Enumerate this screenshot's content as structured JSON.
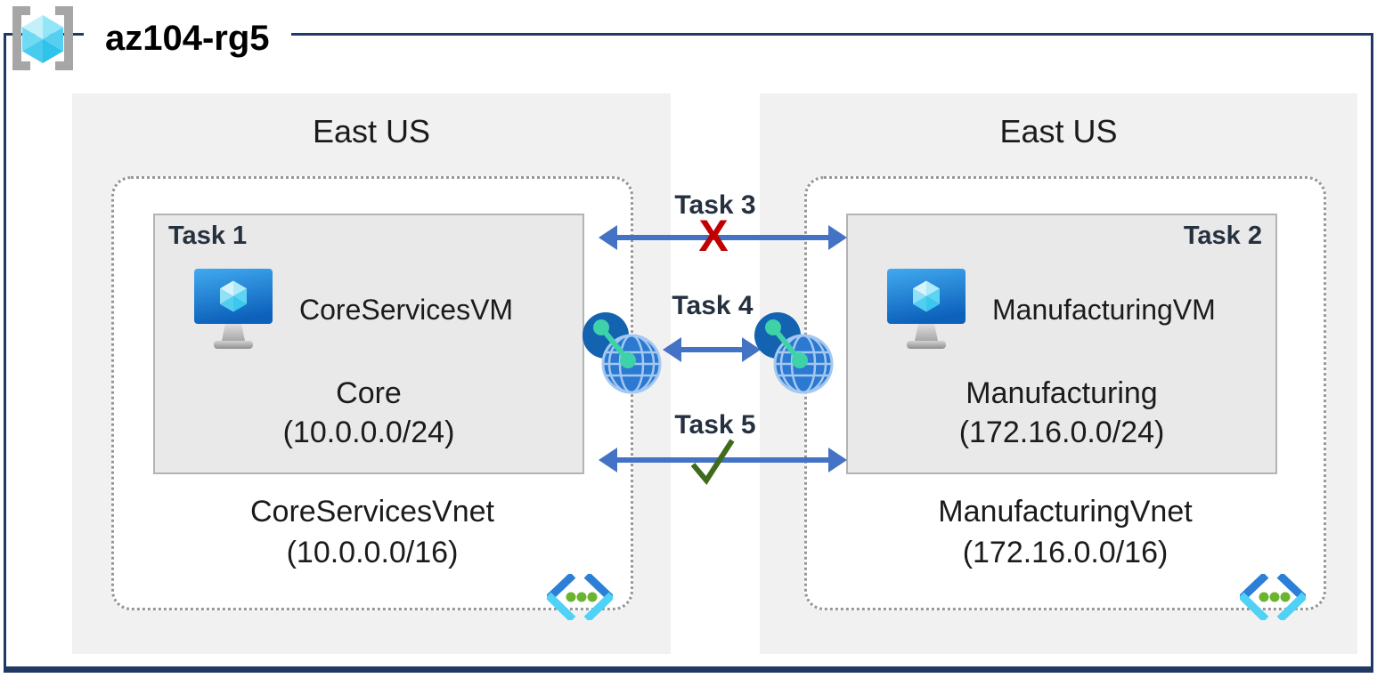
{
  "header": {
    "title": "az104-rg5"
  },
  "regions": [
    {
      "name": "East US",
      "vnet": {
        "name": "CoreServicesVnet",
        "cidr": "(10.0.0.0/16)"
      },
      "subnet": {
        "task_label": "Task 1",
        "vm_name": "CoreServicesVM",
        "name": "Core",
        "cidr": "(10.0.0.0/24)"
      }
    },
    {
      "name": "East US",
      "vnet": {
        "name": "ManufacturingVnet",
        "cidr": "(172.16.0.0/16)"
      },
      "subnet": {
        "task_label": "Task 2",
        "vm_name": "ManufacturingVM",
        "name": "Manufacturing",
        "cidr": "(172.16.0.0/24)"
      }
    }
  ],
  "connections": [
    {
      "label": "Task 3",
      "between": "subnet-to-subnet",
      "status": "blocked",
      "marker": "X"
    },
    {
      "label": "Task 4",
      "between": "vnet-peering",
      "status": "peered",
      "marker": ""
    },
    {
      "label": "Task 5",
      "between": "subnet-to-subnet",
      "status": "allowed",
      "marker": "✓"
    }
  ],
  "icons": {
    "resource_group": "resource-group-icon",
    "virtual_machine": "virtual-machine-icon",
    "virtual_network": "virtual-network-icon",
    "network_peering": "network-peering-icon"
  },
  "colors": {
    "border_navy": "#1f3864",
    "arrow_blue": "#4472c4",
    "blocked_red": "#c00000",
    "allowed_green": "#3e6b1c",
    "region_gray": "#f1f1f1",
    "subnet_gray": "#e9e9e9",
    "task_text": "#26313f",
    "peering_teal": "#3ed2a9",
    "vnet_dot_green": "#6ab42f"
  }
}
